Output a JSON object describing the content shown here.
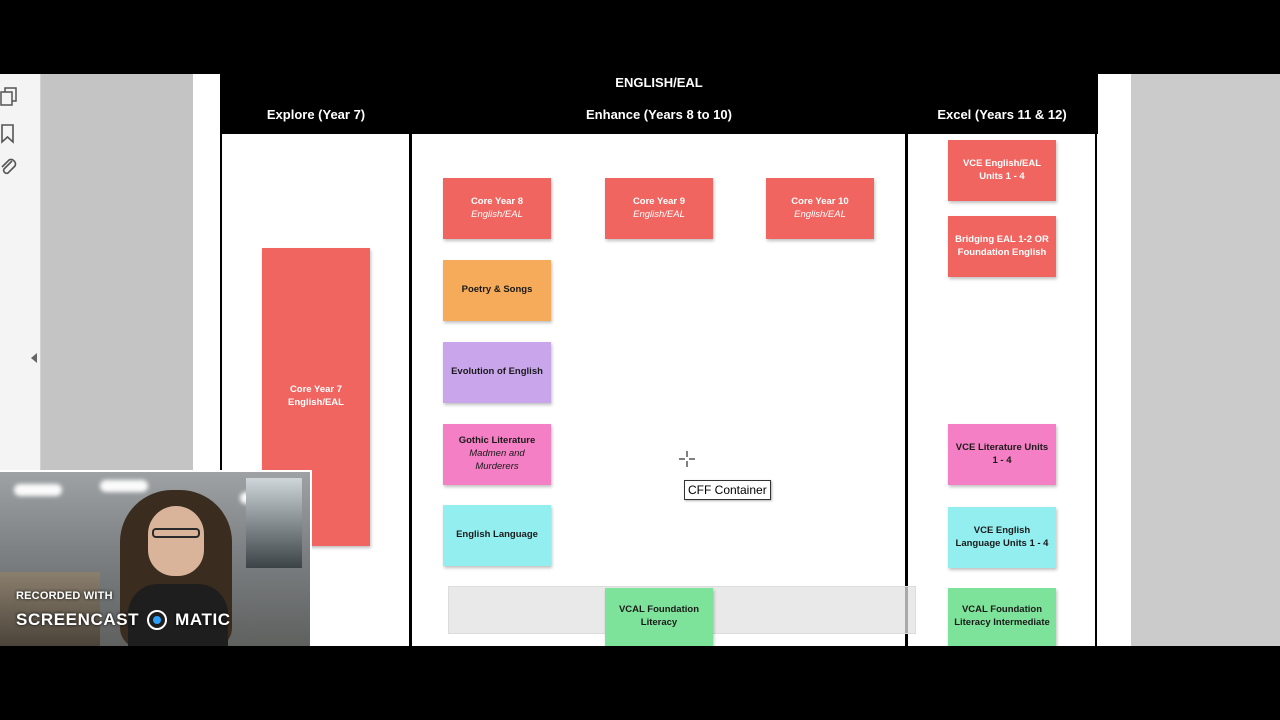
{
  "document": {
    "title": "ENGLISH/EAL",
    "columns": [
      "Explore (Year 7)",
      "Enhance (Years 8 to 10)",
      "Excel (Years 11 & 12)"
    ]
  },
  "boxes": [
    {
      "id": "core-year-7",
      "title": "Core Year 7",
      "sub": "English/EAL",
      "color": "#f06560"
    },
    {
      "id": "core-year-8",
      "title": "Core Year 8",
      "sub": "English/EAL",
      "color": "#f06560"
    },
    {
      "id": "core-year-9",
      "title": "Core Year 9",
      "sub": "English/EAL",
      "color": "#f06560"
    },
    {
      "id": "core-year-10",
      "title": "Core Year 10",
      "sub": "English/EAL",
      "color": "#f06560"
    },
    {
      "id": "poetry-songs",
      "title": "Poetry & Songs",
      "sub": "",
      "color": "#f5ab5a"
    },
    {
      "id": "evolution-of-english",
      "title": "Evolution of English",
      "sub": "",
      "color": "#c9a6ec"
    },
    {
      "id": "gothic-literature",
      "title": "Gothic Literature",
      "sub": "Madmen and Murderers",
      "color": "#f47fc4"
    },
    {
      "id": "english-language",
      "title": "English Language",
      "sub": "",
      "color": "#93eef0"
    },
    {
      "id": "vcal-foundation-literacy",
      "title": "VCAL Foundation Literacy",
      "sub": "",
      "color": "#7ee39a"
    },
    {
      "id": "vce-english-eal",
      "title": "VCE English/EAL Units 1 - 4",
      "sub": "",
      "color": "#f06560"
    },
    {
      "id": "bridging-eal",
      "title": "Bridging EAL 1-2 OR Foundation English",
      "sub": "",
      "color": "#f06560"
    },
    {
      "id": "vce-literature",
      "title": "VCE Literature Units 1 - 4",
      "sub": "",
      "color": "#f47fc4"
    },
    {
      "id": "vce-english-language",
      "title": "VCE English Language Units 1 - 4",
      "sub": "",
      "color": "#93eef0"
    },
    {
      "id": "vcal-foundation-literacy-intermediate",
      "title": "VCAL Foundation Literacy Intermediate",
      "sub": "",
      "color": "#7ee39a"
    }
  ],
  "tooltip": "CFF Container",
  "sidebar": {
    "icons": [
      "copy-pages-icon",
      "bookmark-icon",
      "attachment-icon"
    ]
  },
  "recording": {
    "label": "RECORDED WITH",
    "brand_left": "SCREENCAST",
    "brand_right": "MATIC"
  }
}
